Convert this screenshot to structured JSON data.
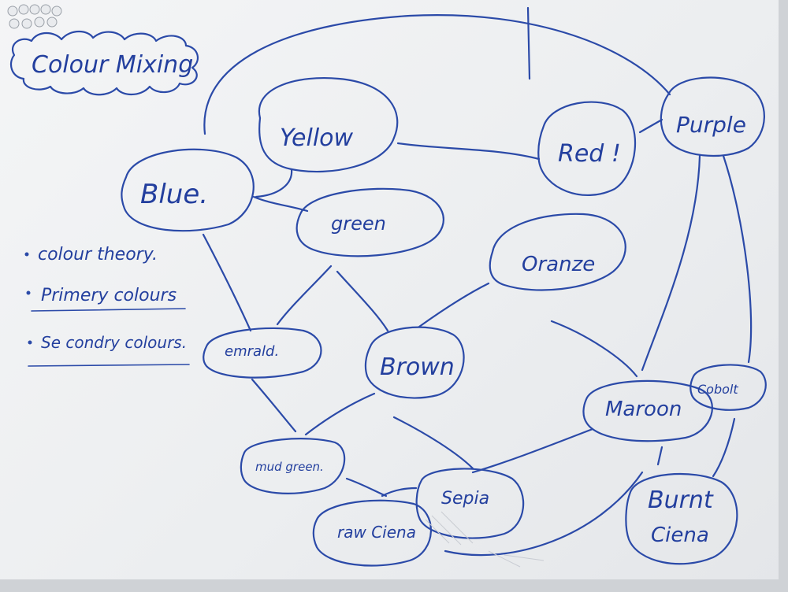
{
  "board": {
    "title": "Colour Mixing",
    "notes": [
      "colour theory.",
      "Primery colours",
      "Se condry colours."
    ],
    "nodes": {
      "yellow": "Yellow",
      "red": "Red !",
      "purple": "Purple",
      "blue": "Blue.",
      "green": "green",
      "orange": "Oranze",
      "emerald": "emrald.",
      "brown": "Brown",
      "maroon": "Maroon",
      "cobalt": "Cobolt",
      "mud_green": "mud green.",
      "sepia": "Sepia",
      "raw_sienna": "raw Ciena",
      "burnt_sienna_1": "Burnt",
      "burnt_sienna_2": "Ciena"
    }
  },
  "colors": {
    "marker": "#2b4aa8",
    "board": "#f1f2f4"
  }
}
